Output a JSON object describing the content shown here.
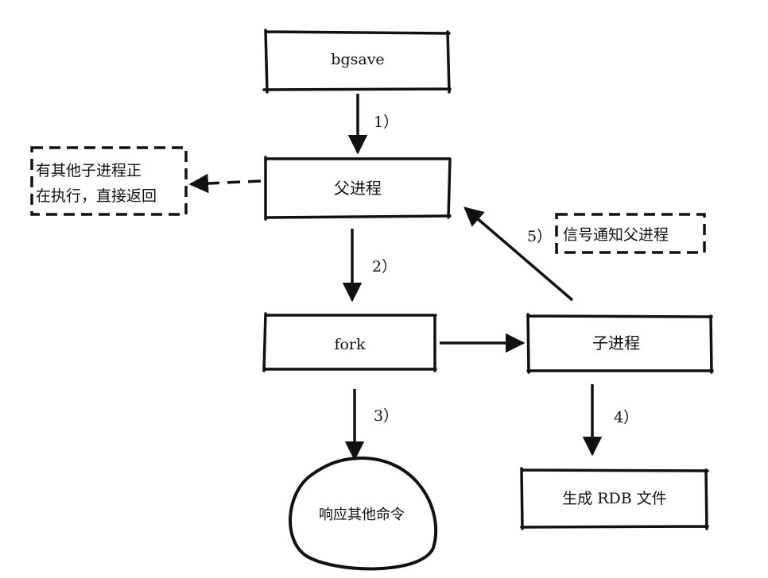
{
  "nodes": {
    "bgsave": "bgsave",
    "parent": "父进程",
    "fork": "fork",
    "child": "子进程",
    "respond": "响应其他命令",
    "rdb": "生成 RDB 文件",
    "busy_line1": "有其他子进程正",
    "busy_line2": "在执行，直接返回",
    "notify": "信号通知父进程"
  },
  "steps": {
    "s1": "1）",
    "s2": "2）",
    "s3": "3）",
    "s4": "4）",
    "s5": "5）"
  }
}
